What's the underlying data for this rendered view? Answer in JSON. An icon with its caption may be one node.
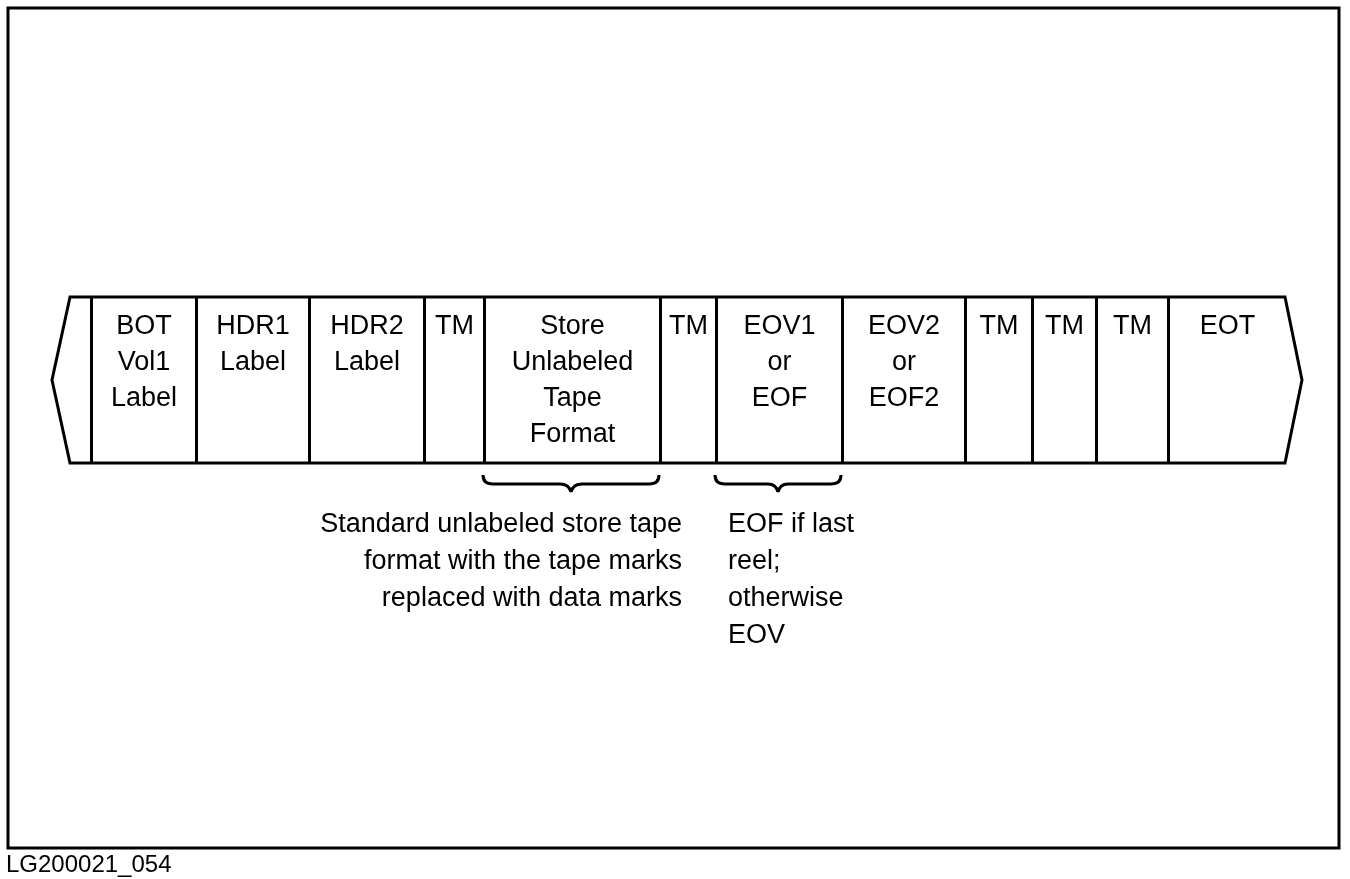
{
  "diagram": {
    "nodes": [
      {
        "text": [
          "BOT Vol1 Label"
        ]
      },
      {
        "text": [
          "HDR1 Label"
        ]
      },
      {
        "text": [
          "HDR2 Label"
        ]
      },
      {
        "text": [
          "TM"
        ]
      },
      {
        "text": [
          "Store Unlabeled Tape Format"
        ],
        "beside": [
          "Standard unlabeled store tape format with the tape marks replaced with data marks"
        ]
      },
      {
        "text": [
          "TM"
        ]
      },
      {
        "text": [
          "EOV1 or EOF"
        ],
        "beside": [
          "EOF if last reel; otherwise EOV"
        ]
      },
      {
        "text": [
          "EOV2 or EOF2"
        ]
      },
      {
        "text": [
          "TM"
        ]
      },
      {
        "text": [
          "TM"
        ]
      },
      {
        "text": [
          "TM"
        ]
      },
      {
        "text": [
          "EOT"
        ]
      }
    ],
    "labels": [
      "LG200021_054"
    ]
  }
}
